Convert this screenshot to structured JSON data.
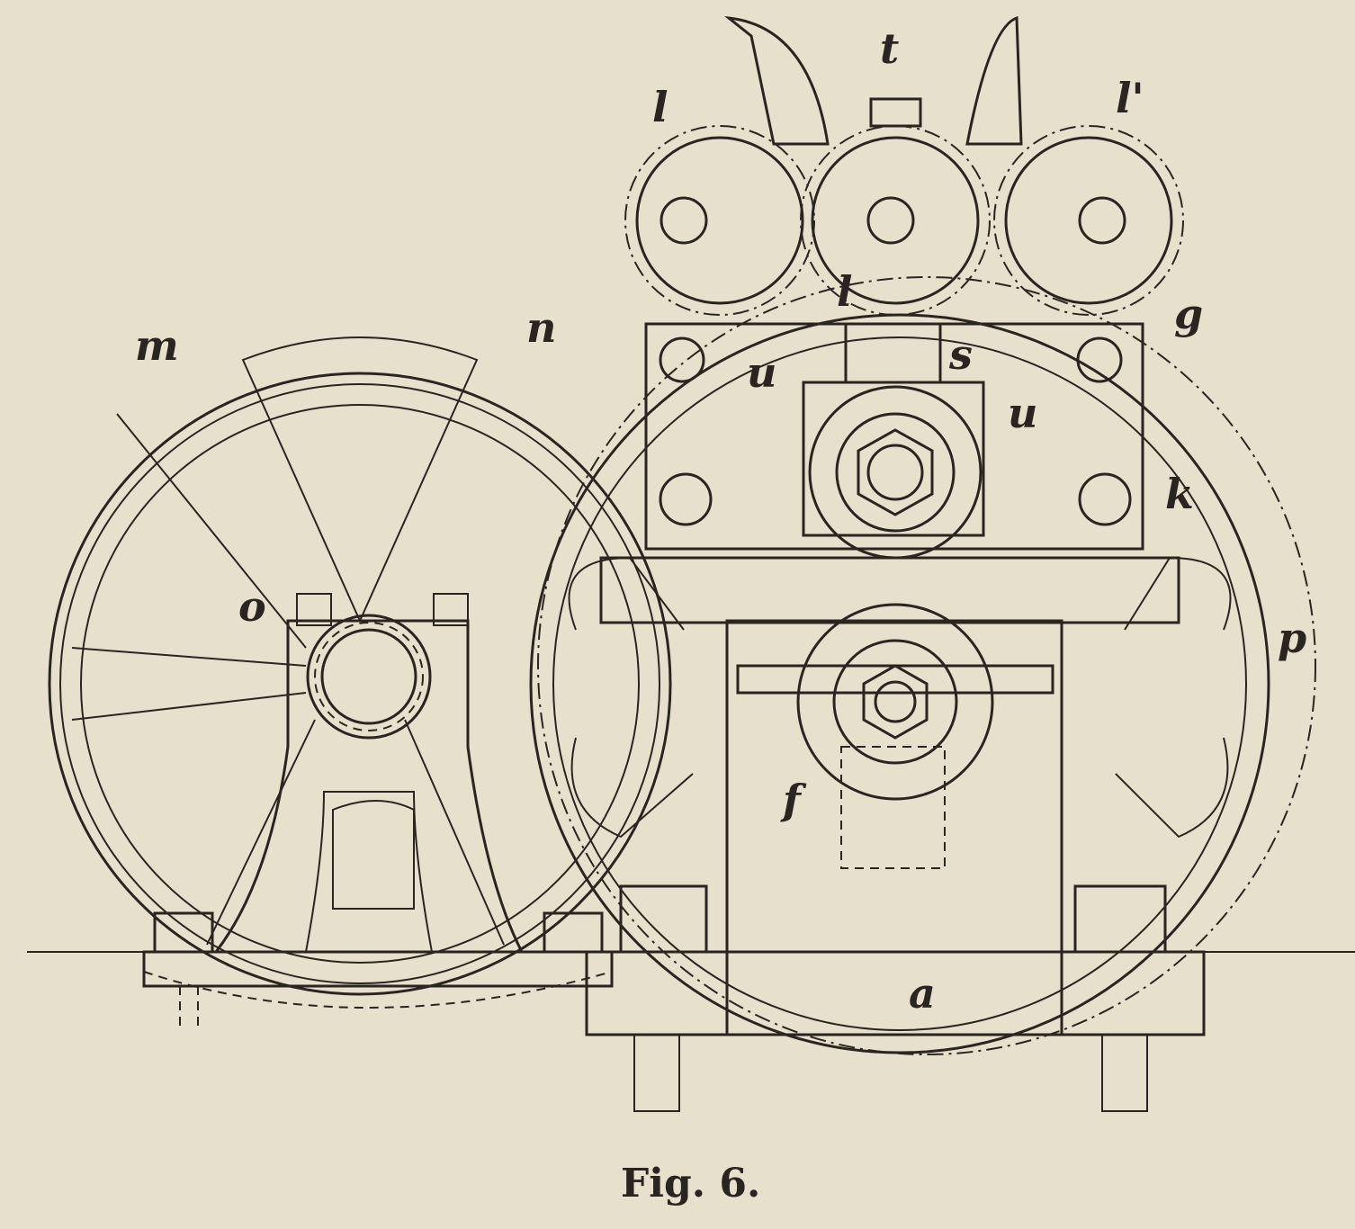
{
  "figure": {
    "caption": "Fig. 6.",
    "labels": {
      "roll_left": "l",
      "roll_top": "t",
      "roll_right": "l'",
      "roll_middle": "l",
      "shaft_g": "g",
      "flywheel_m": "m",
      "belt_n": "n",
      "frame_u_left": "u",
      "frame_u_right": "u",
      "block_s": "s",
      "bolt_k": "k",
      "bearing_o": "o",
      "pulley_p": "p",
      "shaft_f": "f",
      "base_a": "a"
    }
  },
  "colors": {
    "paper": "#e6e0cd",
    "ink": "#2a2520"
  }
}
